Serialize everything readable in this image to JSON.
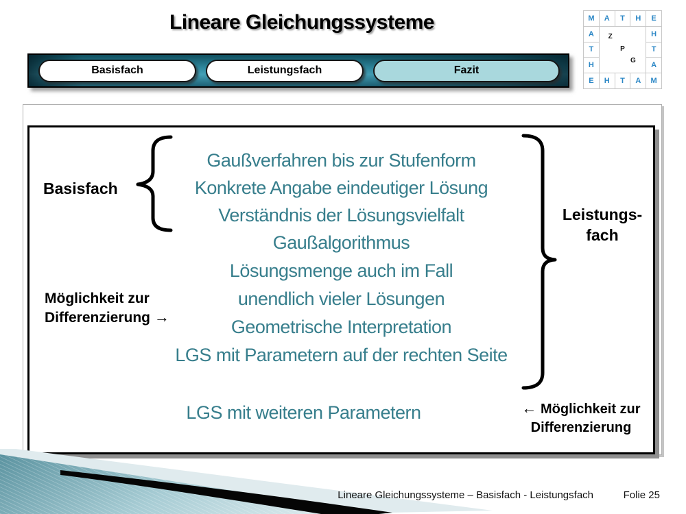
{
  "title": "Lineare Gleichungssysteme",
  "logo": {
    "top": [
      "M",
      "A",
      "T",
      "H",
      "E"
    ],
    "left": [
      "A",
      "T",
      "H"
    ],
    "right": [
      "H",
      "T",
      "A"
    ],
    "bottom": [
      "E",
      "H",
      "T",
      "A",
      "M"
    ],
    "center": [
      "Z",
      "P",
      "G"
    ],
    "letter_color": "#2b87c6"
  },
  "nav": {
    "tabs": [
      {
        "label": "Basisfach",
        "active": false
      },
      {
        "label": "Leistungsfach",
        "active": false
      },
      {
        "label": "Fazit",
        "active": true
      }
    ],
    "active_color": "#a9d8dd"
  },
  "content": {
    "accent_color": "#377e8c",
    "basisfach": {
      "label": "Basisfach",
      "items": [
        "Gaußverfahren bis zur Stufenform",
        "Konkrete Angabe eindeutiger Lösung",
        "Verständnis der Lösungsvielfalt"
      ]
    },
    "leistungsfach": {
      "label_line1": "Leistungs-",
      "label_line2": "fach",
      "items": [
        "Gaußalgorithmus",
        "Lösungsmenge auch im Fall",
        "unendlich vieler Lösungen",
        "Geometrische Interpretation",
        "LGS mit Parametern auf der rechten Seite"
      ]
    },
    "diff_left": {
      "line1": "Möglichkeit zur",
      "line2": "Differenzierung",
      "arrow": "→"
    },
    "extra_item": "LGS mit weiteren Parametern",
    "diff_right": {
      "arrow": "←",
      "line1": "Möglichkeit zur",
      "line2": "Differenzierung"
    }
  },
  "footer": {
    "text": "Lineare Gleichungssysteme – Basisfach - Leistungsfach",
    "page": "Folie 25"
  }
}
